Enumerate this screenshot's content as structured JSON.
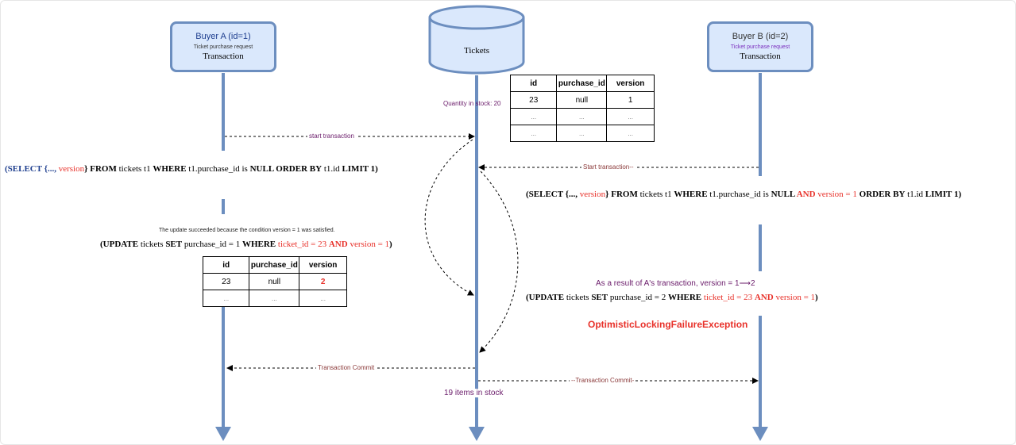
{
  "actors": {
    "buyer_a": {
      "title": "Buyer A (id=1)",
      "subtitle": "Ticket purchase request",
      "caption": "Transaction"
    },
    "buyer_b": {
      "title": "Buyer B (id=2)",
      "subtitle": "Ticket purchase request",
      "caption": "Transaction"
    },
    "tickets": {
      "title": "Tickets"
    }
  },
  "labels": {
    "quantity_in_stock": "Quantity in stock: 20",
    "start_transaction_a": "start transaction",
    "start_transaction_b": "Start transaction--",
    "update_succeeded": "The update succeeded because the condition version = 1 was satisfied.",
    "version_changed": "As a result of A's transaction, version = 1⟶2",
    "exception": "OptimisticLockingFailureException",
    "commit_a": "Transaction Commit",
    "commit_b": "--Transaction Commit-",
    "items_in_stock": "19 items in stock"
  },
  "sql": {
    "select_a": {
      "p1": "(",
      "p2": "SELECT",
      "p3": " {..., ",
      "p4": "version",
      "p5": "} ",
      "p6": "FROM",
      "p7": " tickets t1 ",
      "p8": "WHERE",
      "p9": "  t1.purchase_id  is ",
      "p10": "NULL ORDER BY",
      "p11": " t1.id ",
      "p12": "LIMIT 1",
      "p13": ")"
    },
    "select_b": {
      "p1": "(",
      "p2": "SELECT",
      "p3": " {..., ",
      "p4": "version",
      "p5": "} ",
      "p6": "FROM",
      "p7": " tickets t1 ",
      "p8": "WHERE",
      "p9": "  t1.purchase_id is ",
      "p10": "NULL",
      "p11": " AND",
      "p12": " version = 1 ",
      "p13": "ORDER BY",
      "p14": " t1.id ",
      "p15": "LIMIT 1",
      "p16": ")"
    },
    "update_a": {
      "p1": "(",
      "p2": "UPDATE",
      "p3": " tickets ",
      "p4": "SET",
      "p5": " purchase_id = 1 ",
      "p6": "WHERE",
      "p7": " ticket_id = 23 ",
      "p8": "AND",
      "p9": " version = 1",
      "p10": ")"
    },
    "update_b": {
      "p1": "(",
      "p2": "UPDATE",
      "p3": " tickets ",
      "p4": "SET",
      "p5": " purchase_id = 2 ",
      "p6": "WHERE",
      "p7": " ticket_id = 23 ",
      "p8": "AND",
      "p9": " version = 1",
      "p10": ")"
    }
  },
  "table_top": {
    "headers": [
      "id",
      "purchase_id",
      "version"
    ],
    "rows": [
      [
        "23",
        "null",
        "1"
      ],
      [
        "...",
        "...",
        "..."
      ],
      [
        "...",
        "...",
        "..."
      ]
    ]
  },
  "table_a": {
    "headers": [
      "id",
      "purchase_id",
      "version"
    ],
    "rows": [
      [
        "23",
        "null",
        "2"
      ],
      [
        "...",
        "...",
        "..."
      ]
    ]
  },
  "colors": {
    "lifeline": "#6c8ebf",
    "actor_fill": "#dae8fc",
    "message_text": "#6a1b6a",
    "commit_text": "#8b3a3a",
    "exception": "#e8312a",
    "sql_keyword": "#1f3f8f"
  }
}
